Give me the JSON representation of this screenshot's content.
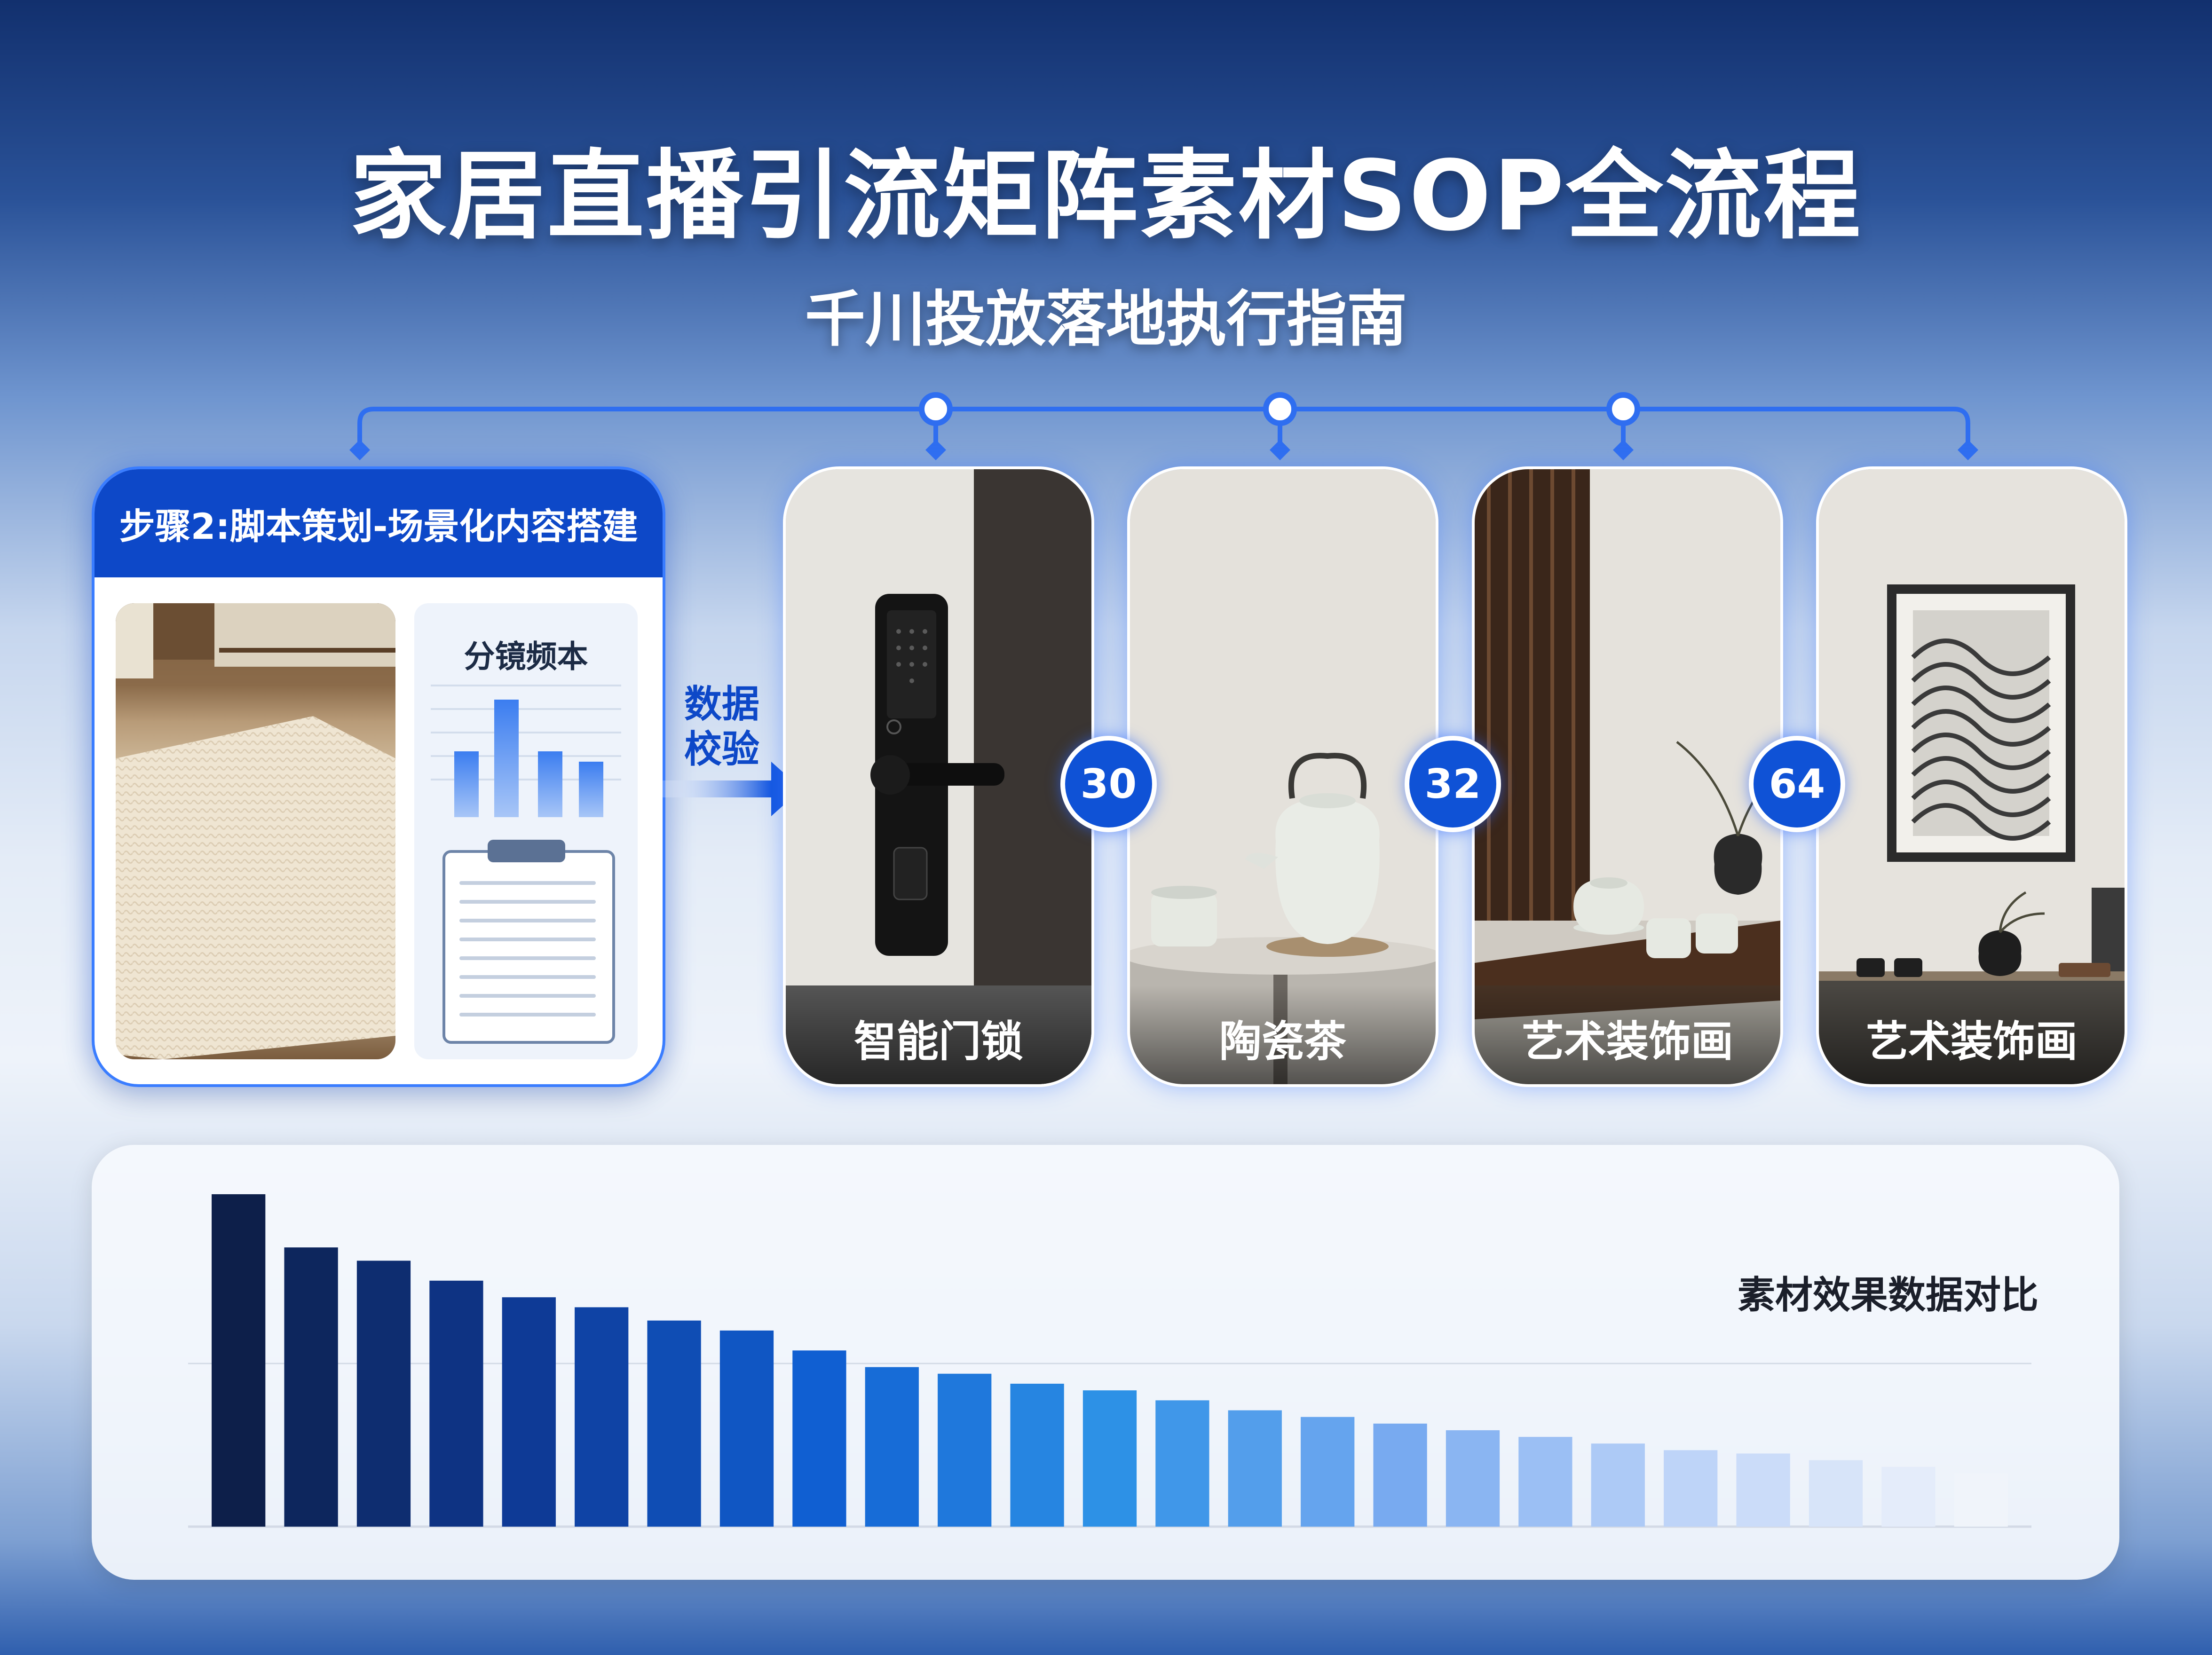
{
  "header": {
    "title": "家居直播引流矩阵素材SOP全流程",
    "subtitle": "千川投放落地执行指南"
  },
  "step_card": {
    "header": "步骤2:脚本策划-场景化内容搭建",
    "storyboard_title": "分镜频本"
  },
  "verify_label": "数据\n校验",
  "products": [
    {
      "label": "智能门锁"
    },
    {
      "label": "陶瓷茶"
    },
    {
      "label": "艺术装饰画"
    },
    {
      "label": "艺术装饰画"
    }
  ],
  "badges": [
    "30",
    "32",
    "64"
  ],
  "colors": {
    "primary": "#0d48c8",
    "badge": "#0f52d6",
    "connector": "#2f6ef0"
  },
  "chart_data": {
    "type": "bar",
    "title": "素材效果数据对比",
    "xlabel": "",
    "ylabel": "",
    "grid": true,
    "values": [
      100,
      84,
      80,
      74,
      69,
      66,
      62,
      59,
      53,
      48,
      46,
      43,
      41,
      38,
      35,
      33,
      31,
      29,
      27,
      25,
      23,
      22,
      20,
      18,
      16
    ],
    "ylim": [
      0,
      100
    ]
  }
}
